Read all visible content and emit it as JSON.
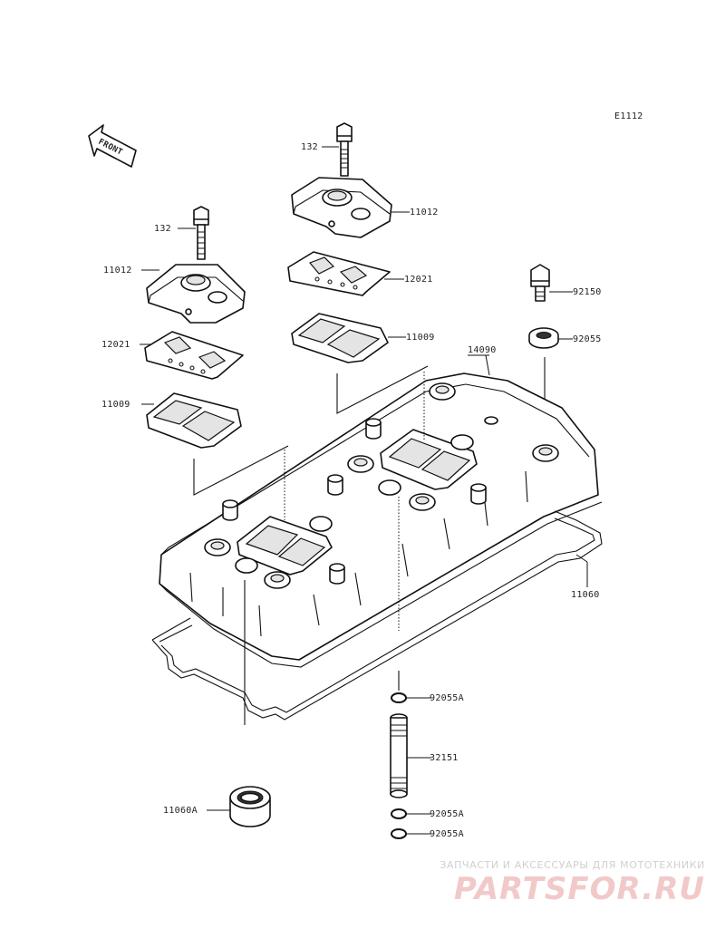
{
  "diagram_code": "E1112",
  "front_label": "FRONT",
  "labels": {
    "bolt_top": "132",
    "bolt_left": "132",
    "cap_top": "11012",
    "cap_left": "11012",
    "plate_top": "12021",
    "plate_left": "12021",
    "gasket_top": "11009",
    "gasket_left": "11009",
    "bolt_right": "92150",
    "washer_right": "92055",
    "cover": "14090",
    "cover_gasket": "11060",
    "plug_seal": "11060A",
    "oring_1": "92055A",
    "pipe": "32151",
    "oring_2": "92055A",
    "oring_3": "92055A"
  },
  "watermark": {
    "subtitle": "ЗАПЧАСТИ И АКСЕССУАРЫ ДЛЯ МОТОТЕХНИКИ",
    "brand": "PARTSFOR.RU"
  }
}
